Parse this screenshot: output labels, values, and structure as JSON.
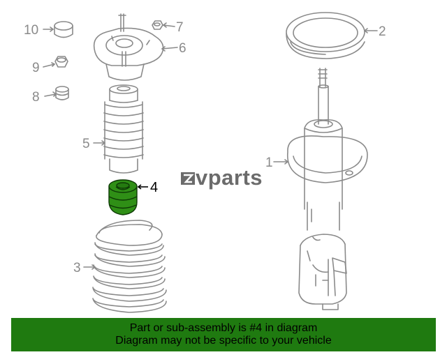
{
  "logo": {
    "text": "vparts"
  },
  "callouts": {
    "c1": "1",
    "c2": "2",
    "c3": "3",
    "c4": "4",
    "c5": "5",
    "c6": "6",
    "c7": "7",
    "c8": "8",
    "c9": "9",
    "c10": "10"
  },
  "highlighted_part": "4",
  "colors": {
    "highlight": "#2f8f16",
    "banner": "#1f7a10",
    "line": "#8a8a8a"
  },
  "banner": {
    "line1": "Part or sub-assembly is #4 in diagram",
    "line2": "Diagram may not be specific to your vehicle"
  }
}
